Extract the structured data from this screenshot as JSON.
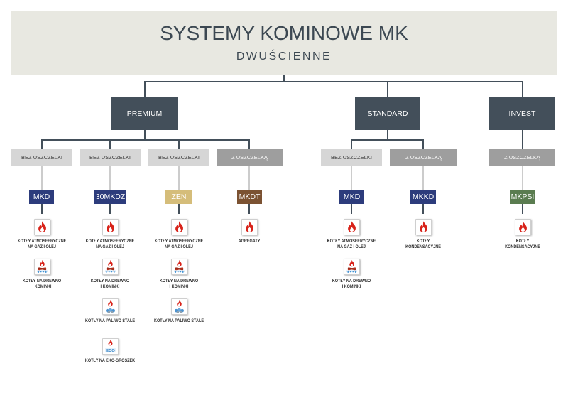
{
  "header": {
    "title": "SYSTEMY KOMINOWE MK",
    "subtitle": "DWUŚCIENNE"
  },
  "colors": {
    "header_background": "#e8e8e1",
    "title": "#3c4852",
    "category_box": "#434f5a",
    "seal_without": "#d6d6d6",
    "seal_with": "#9e9e9e",
    "connector_light": "#cccccc",
    "flame_red": "#d8231a"
  },
  "groups": [
    {
      "name": "PREMIUM",
      "branches": [
        {
          "seal": "BEZ USZCZELKI",
          "product": "MKD",
          "product_color": "#2d3c7c",
          "applications": [
            {
              "icon": "flame-icon",
              "label_lines": [
                "KOTŁY ATMOSFERYCZNE",
                "NA GAZ I OLEJ"
              ]
            },
            {
              "icon": "flame-grate-icon",
              "label_lines": [
                "KOTŁY NA DREWNO",
                "I KOMINKI"
              ]
            }
          ]
        },
        {
          "seal": "BEZ USZCZELKI",
          "product": "30MKDZ",
          "product_color": "#2d3c7c",
          "applications": [
            {
              "icon": "flame-icon",
              "label_lines": [
                "KOTŁY ATMOSFERYCZNE",
                "NA GAZ I OLEJ"
              ]
            },
            {
              "icon": "flame-grate-icon",
              "label_lines": [
                "KOTŁY NA DREWNO",
                "I KOMINKI"
              ]
            },
            {
              "icon": "flame-coal-icon",
              "label_lines": [
                "KOTŁY NA PALIWO STAŁE"
              ]
            },
            {
              "icon": "eco-flame-icon",
              "icon_text": "ECO",
              "label_lines": [
                "KOTŁY NA EKO-GROSZEK"
              ]
            }
          ]
        },
        {
          "seal": "BEZ USZCZELKI",
          "product": "ZEN",
          "product_color": "#d5bd7a",
          "applications": [
            {
              "icon": "flame-icon",
              "label_lines": [
                "KOTŁY ATMOSFERYCZNE",
                "NA GAZ I OLEJ"
              ]
            },
            {
              "icon": "flame-grate-icon",
              "label_lines": [
                "KOTŁY NA DREWNO",
                "I KOMINKI"
              ]
            },
            {
              "icon": "flame-coal-icon",
              "label_lines": [
                "KOTŁY NA PALIWO STAŁE"
              ]
            }
          ]
        },
        {
          "seal": "Z USZCZELKĄ",
          "product": "MKDT",
          "product_color": "#7b5232",
          "applications": [
            {
              "icon": "flame-icon",
              "label_lines": [
                "AGREGATY"
              ]
            }
          ]
        }
      ]
    },
    {
      "name": "STANDARD",
      "branches": [
        {
          "seal": "BEZ USZCZELKI",
          "product": "MKD",
          "product_color": "#2d3c7c",
          "applications": [
            {
              "icon": "flame-icon",
              "label_lines": [
                "KOTŁY ATMOSFERYCZNE",
                "NA GAZ I OLEJ"
              ]
            },
            {
              "icon": "flame-grate-icon",
              "label_lines": [
                "KOTŁY NA DREWNO",
                "I KOMINKI"
              ]
            }
          ]
        },
        {
          "seal": "Z USZCZELKĄ",
          "product": "MKKD",
          "product_color": "#2d3c7c",
          "applications": [
            {
              "icon": "flame-icon",
              "label_lines": [
                "KOTŁY",
                "KONDENSACYJNE"
              ]
            }
          ]
        }
      ]
    },
    {
      "name": "INVEST",
      "branches": [
        {
          "seal": "Z USZCZELKĄ",
          "product": "MKPSI",
          "product_color": "#5a7c50",
          "applications": [
            {
              "icon": "flame-icon",
              "label_lines": [
                "KOTŁY",
                "KONDENSACYJNE"
              ]
            }
          ]
        }
      ]
    }
  ]
}
